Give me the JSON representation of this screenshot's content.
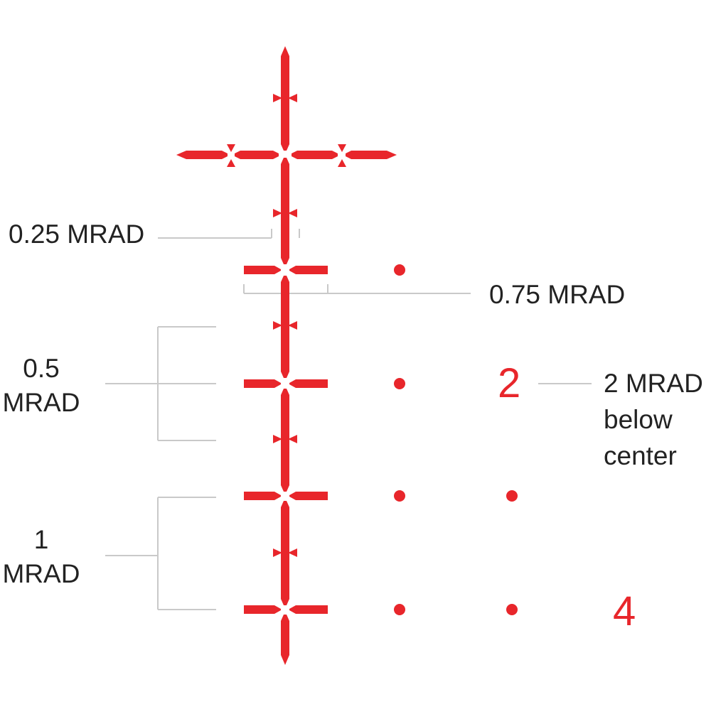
{
  "colors": {
    "reticle": "#e8262b",
    "leader": "#c9c9c9",
    "label": "#222222"
  },
  "labels": {
    "quarter": "0.25 MRAD",
    "three_quarter": "0.75 MRAD",
    "half_value": "0.5",
    "half_unit": "MRAD",
    "one_value": "1",
    "one_unit": "MRAD",
    "two_desc_1": "2 MRAD",
    "two_desc_2": "below",
    "two_desc_3": "center"
  },
  "numbers": {
    "two": "2",
    "four": "4"
  }
}
